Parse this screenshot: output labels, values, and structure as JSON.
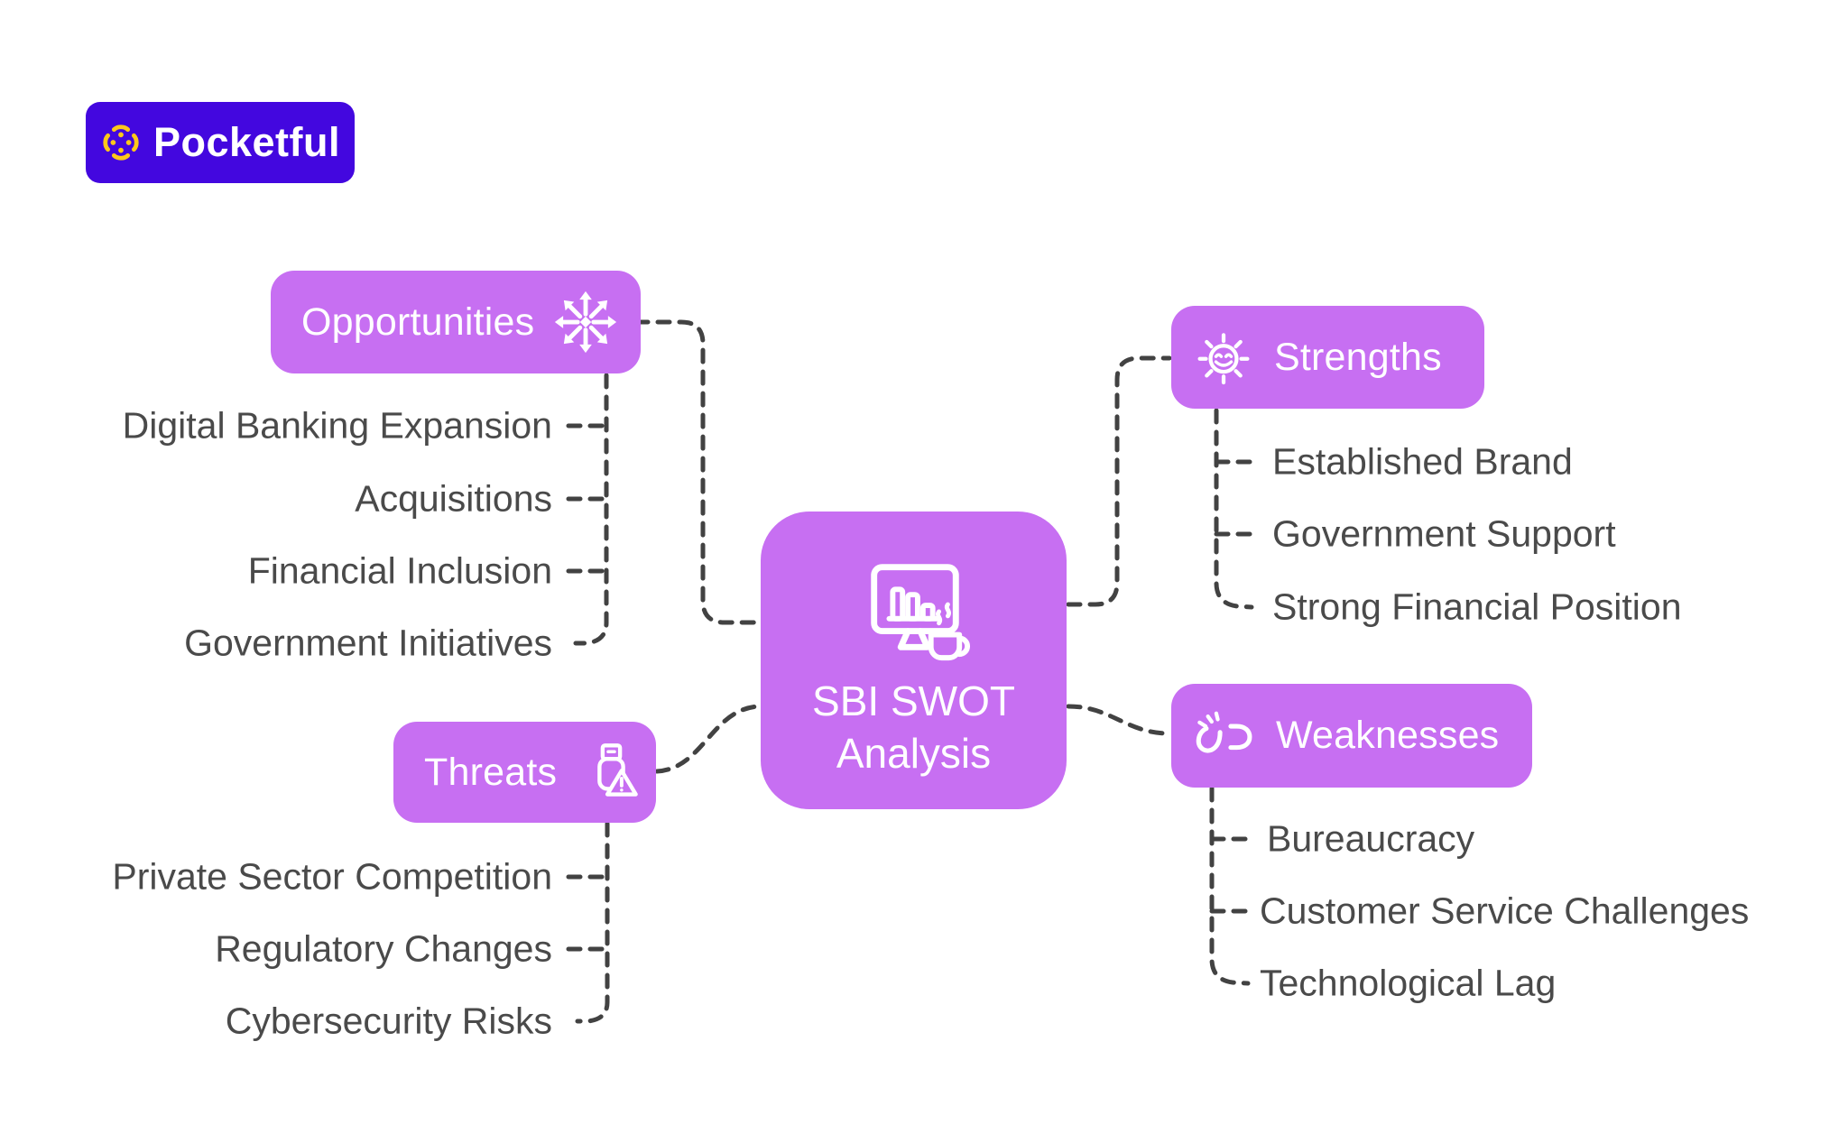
{
  "logo": {
    "text": "Pocketful",
    "icon": "pocketful-burst-icon",
    "bg_color": "#4307df",
    "icon_color": "#ffc81a"
  },
  "center": {
    "line1": "SBI SWOT",
    "line2": "Analysis",
    "icon": "monitor-chart-coffee-icon"
  },
  "colors": {
    "node_purple": "#c76ff2",
    "connector": "#424242",
    "item_text": "#4a4a4a"
  },
  "branches": [
    {
      "id": "opportunities",
      "label": "Opportunities",
      "icon": "compass-burst-icon",
      "side": "left",
      "items": [
        "Digital Banking Expansion",
        "Acquisitions",
        "Financial Inclusion",
        "Government Initiatives"
      ]
    },
    {
      "id": "strengths",
      "label": "Strengths",
      "icon": "smiling-sun-icon",
      "side": "right",
      "items": [
        "Established Brand",
        "Government Support",
        "Strong Financial Position"
      ]
    },
    {
      "id": "threats",
      "label": "Threats",
      "icon": "usb-warning-icon",
      "side": "left",
      "items": [
        "Private Sector Competition",
        "Regulatory Changes",
        "Cybersecurity Risks"
      ]
    },
    {
      "id": "weaknesses",
      "label": "Weaknesses",
      "icon": "broken-link-icon",
      "side": "right",
      "items": [
        "Bureaucracy",
        "Customer Service Challenges",
        "Technological Lag"
      ]
    }
  ]
}
